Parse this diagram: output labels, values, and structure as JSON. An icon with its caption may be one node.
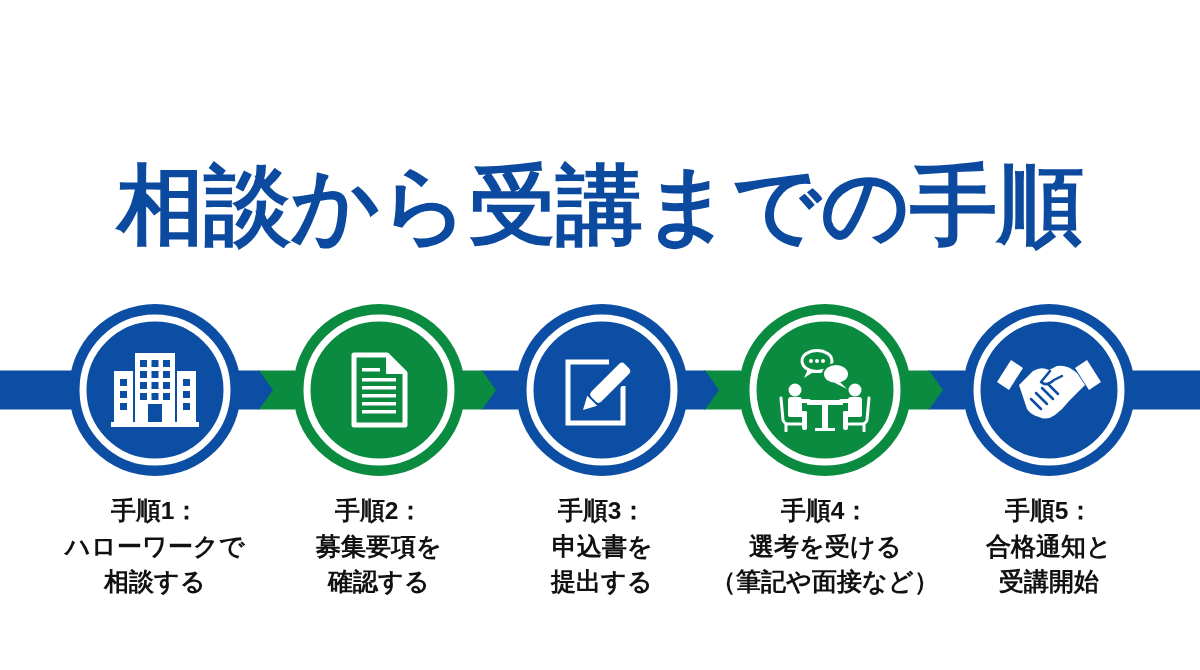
{
  "diagram": {
    "title": "相談から受講までの手順",
    "nodes": [
      {
        "text": [
          "手順1：",
          "ハローワークで相談する"
        ]
      },
      {
        "text": [
          "手順2：",
          "募集要項を確認する"
        ]
      },
      {
        "text": [
          "手順3：",
          "申込書を提出する"
        ]
      },
      {
        "text": [
          "手順4：",
          "選考を受ける（筆記や面接など）"
        ]
      },
      {
        "text": [
          "手順5：",
          "合格通知と受講開始"
        ]
      }
    ],
    "edges": [
      {
        "from": 0,
        "to": 1,
        "arrow": "to"
      },
      {
        "from": 1,
        "to": 2,
        "arrow": "to",
        "color": "#0a8b3f"
      },
      {
        "from": 2,
        "to": 3,
        "arrow": "to"
      },
      {
        "from": 3,
        "to": 4,
        "arrow": "to",
        "color": "#0a8b3f"
      }
    ]
  }
}
